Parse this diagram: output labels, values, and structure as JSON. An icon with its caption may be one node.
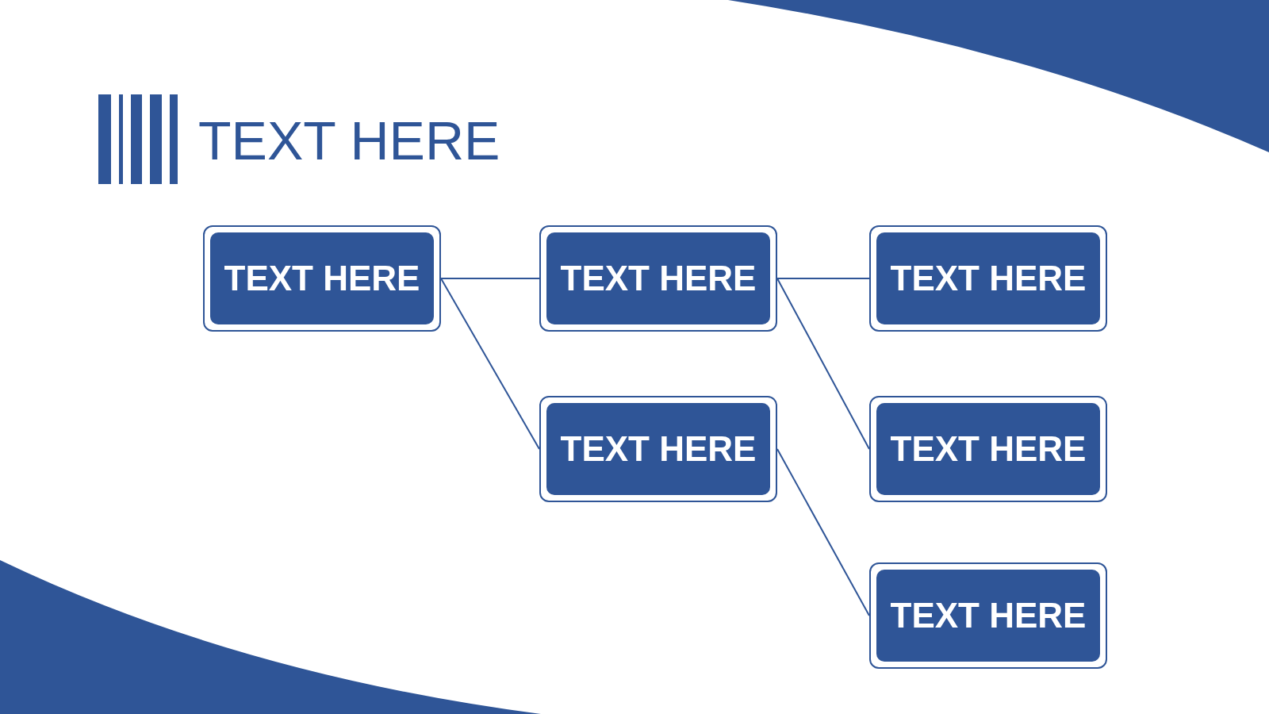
{
  "diagram": {
    "title": "TEXT HERE",
    "nodes": [
      {
        "text": [
          "TEXT HERE"
        ]
      },
      {
        "text": [
          "TEXT HERE"
        ]
      },
      {
        "text": [
          "TEXT HERE"
        ]
      },
      {
        "text": [
          "TEXT HERE"
        ]
      },
      {
        "text": [
          "TEXT HERE"
        ]
      },
      {
        "text": [
          "TEXT HERE"
        ]
      }
    ],
    "edges": [
      {
        "from": 0,
        "to": 1,
        "arrow": "none"
      },
      {
        "from": 0,
        "to": 2,
        "arrow": "none"
      },
      {
        "from": 1,
        "to": 3,
        "arrow": "none"
      },
      {
        "from": 1,
        "to": 4,
        "arrow": "none"
      },
      {
        "from": 2,
        "to": 5,
        "arrow": "none"
      }
    ]
  }
}
